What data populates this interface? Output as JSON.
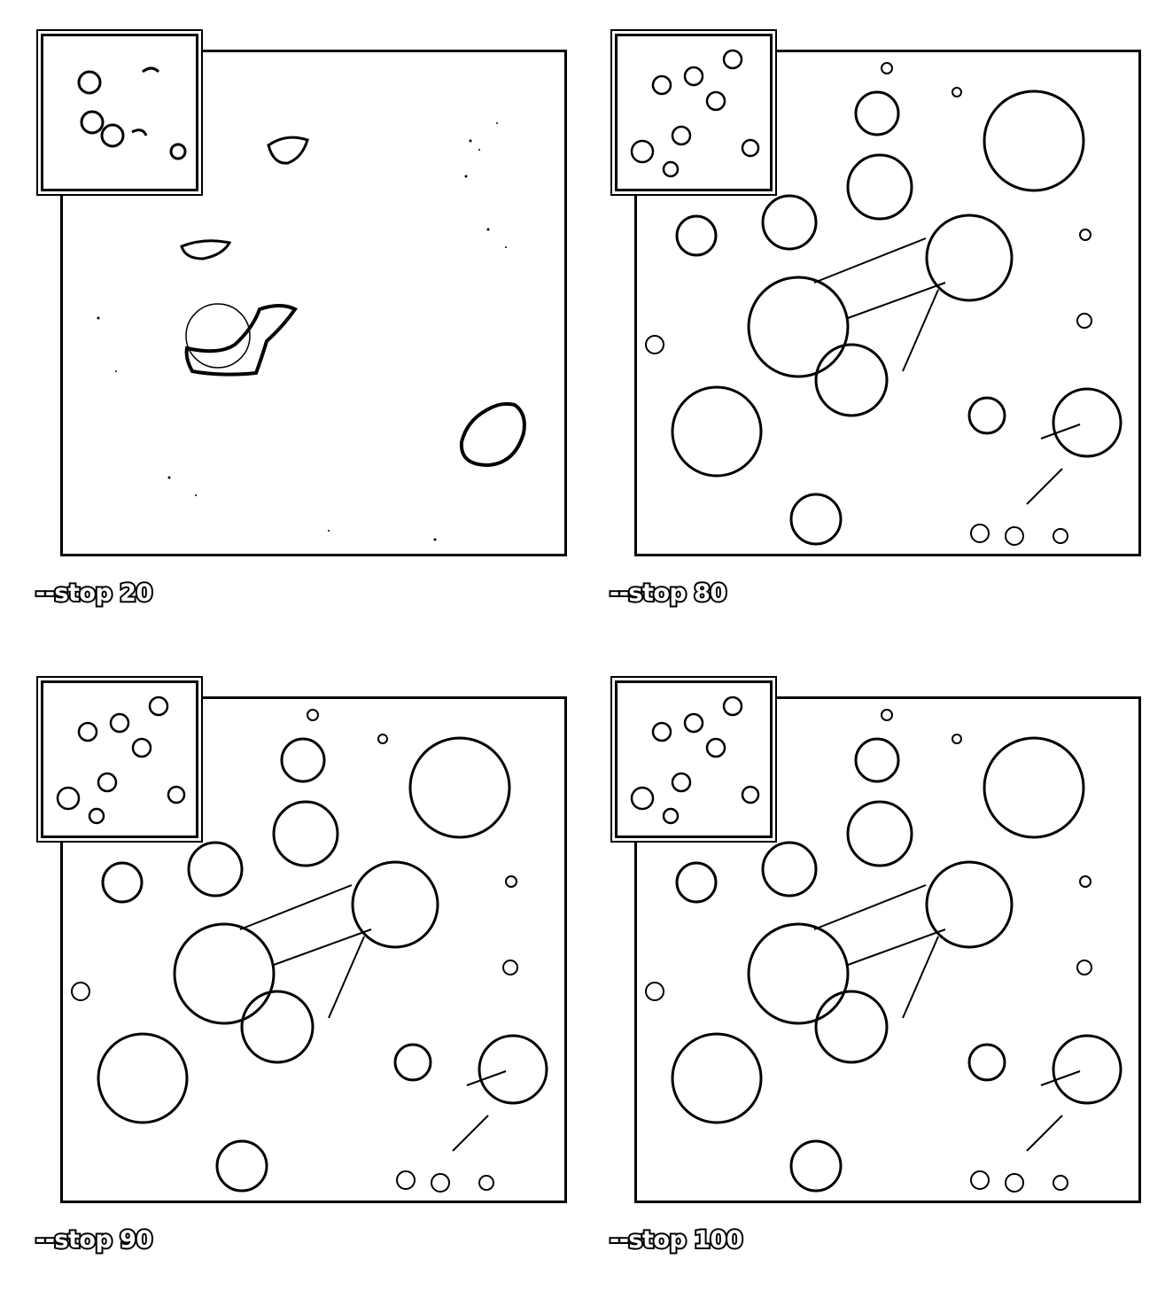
{
  "panels": [
    {
      "caption": "--stop 20"
    },
    {
      "caption": "--stop 80"
    },
    {
      "caption": "--stop 90"
    },
    {
      "caption": "--stop 100"
    }
  ],
  "colors": {
    "background": "#ffffff",
    "ink": "#000000"
  }
}
